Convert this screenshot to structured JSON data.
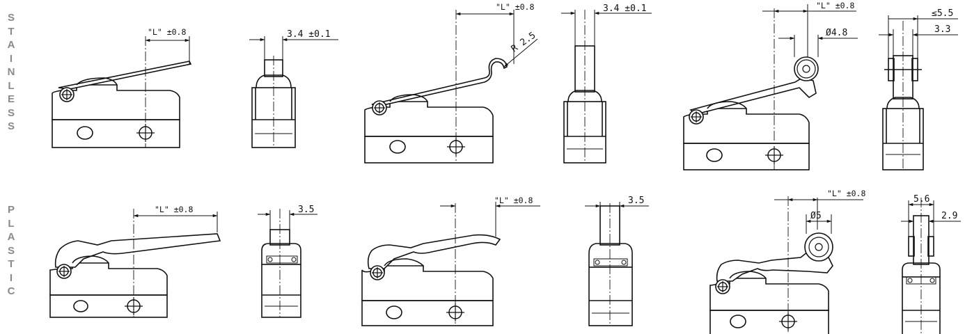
{
  "sidebar": {
    "stainless": [
      "S",
      "T",
      "A",
      "I",
      "N",
      "L",
      "E",
      "S",
      "S"
    ],
    "plastic": [
      "P",
      "L",
      "A",
      "S",
      "T",
      "I",
      "C"
    ]
  },
  "dimensions": {
    "d1_l": "\"L\" ±0.8",
    "d1_w": "3.4 ±0.1",
    "d2_l": "\"L\" ±0.8",
    "d2_r": "R 2.5",
    "d2_w": "3.4 ±0.1",
    "d3_l": "\"L\" ±0.8",
    "d3_d": "Ø4.8",
    "d3_w1": "≤5.5",
    "d3_w2": "3.3",
    "p1_l": "\"L\" ±0.8",
    "p1_w": "3.5",
    "p2_l": "\"L\" ±0.8",
    "p2_w": "3.5",
    "p3_l": "\"L\" ±0.8",
    "p3_d": "Ø5",
    "p3_w1": "5.6",
    "p3_w2": "2.9"
  }
}
